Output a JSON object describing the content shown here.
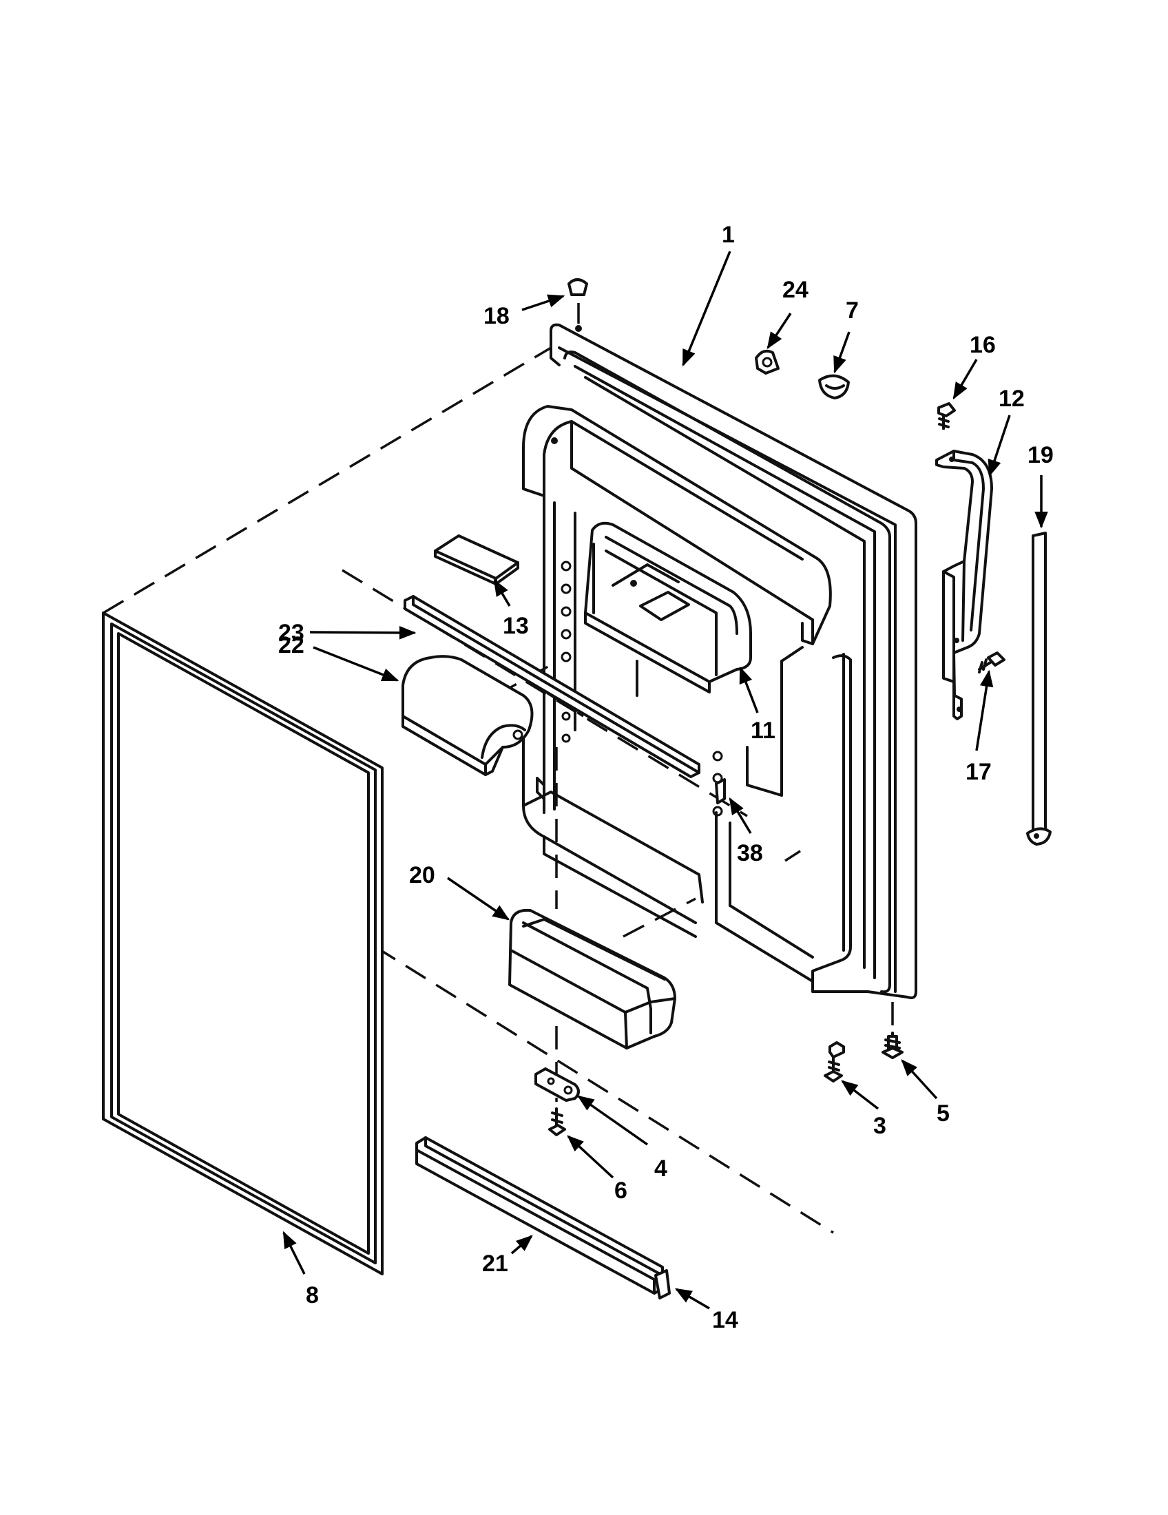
{
  "callouts": [
    {
      "id": "c1",
      "text": "1"
    },
    {
      "id": "c24",
      "text": "24"
    },
    {
      "id": "c7",
      "text": "7"
    },
    {
      "id": "c18",
      "text": "18"
    },
    {
      "id": "c16",
      "text": "16"
    },
    {
      "id": "c12",
      "text": "12"
    },
    {
      "id": "c19",
      "text": "19"
    },
    {
      "id": "c13",
      "text": "13"
    },
    {
      "id": "c23",
      "text": "23"
    },
    {
      "id": "c22",
      "text": "22"
    },
    {
      "id": "c11",
      "text": "11"
    },
    {
      "id": "c17",
      "text": "17"
    },
    {
      "id": "c38",
      "text": "38"
    },
    {
      "id": "c20",
      "text": "20"
    },
    {
      "id": "c3",
      "text": "3"
    },
    {
      "id": "c5",
      "text": "5"
    },
    {
      "id": "c4",
      "text": "4"
    },
    {
      "id": "c6",
      "text": "6"
    },
    {
      "id": "c21",
      "text": "21"
    },
    {
      "id": "c8",
      "text": "8"
    },
    {
      "id": "c14",
      "text": "14"
    }
  ]
}
